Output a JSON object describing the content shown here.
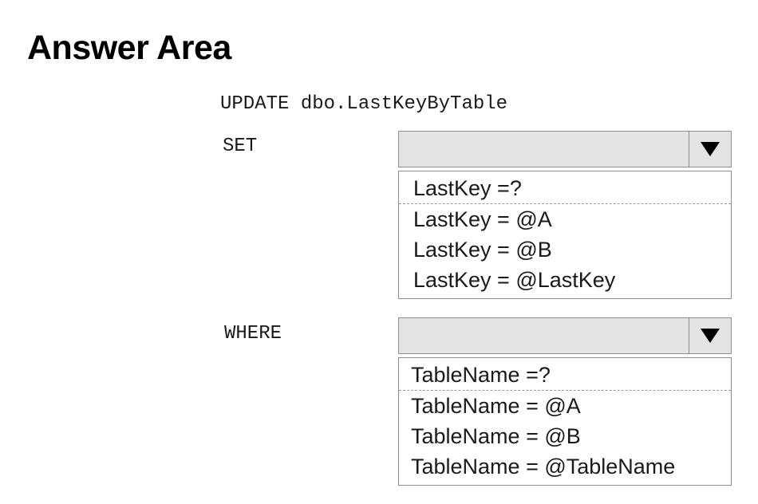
{
  "answer_area": {
    "title": "Answer Area"
  },
  "code": {
    "update_line": "UPDATE dbo.LastKeyByTable",
    "set_keyword": "SET",
    "where_keyword": "WHERE"
  },
  "set_dropdown": {
    "selected": "",
    "options": [
      "LastKey =?",
      "LastKey = @A",
      "LastKey = @B",
      "LastKey = @LastKey"
    ]
  },
  "where_dropdown": {
    "selected": "",
    "options": [
      "TableName =?",
      "TableName = @A",
      "TableName = @B",
      "TableName = @TableName"
    ]
  },
  "icons": {
    "dropdown_arrow": "triangle-down-icon"
  },
  "colors": {
    "dropdown_header_bg": "#e3e3e3",
    "border": "#8c8c8c"
  }
}
